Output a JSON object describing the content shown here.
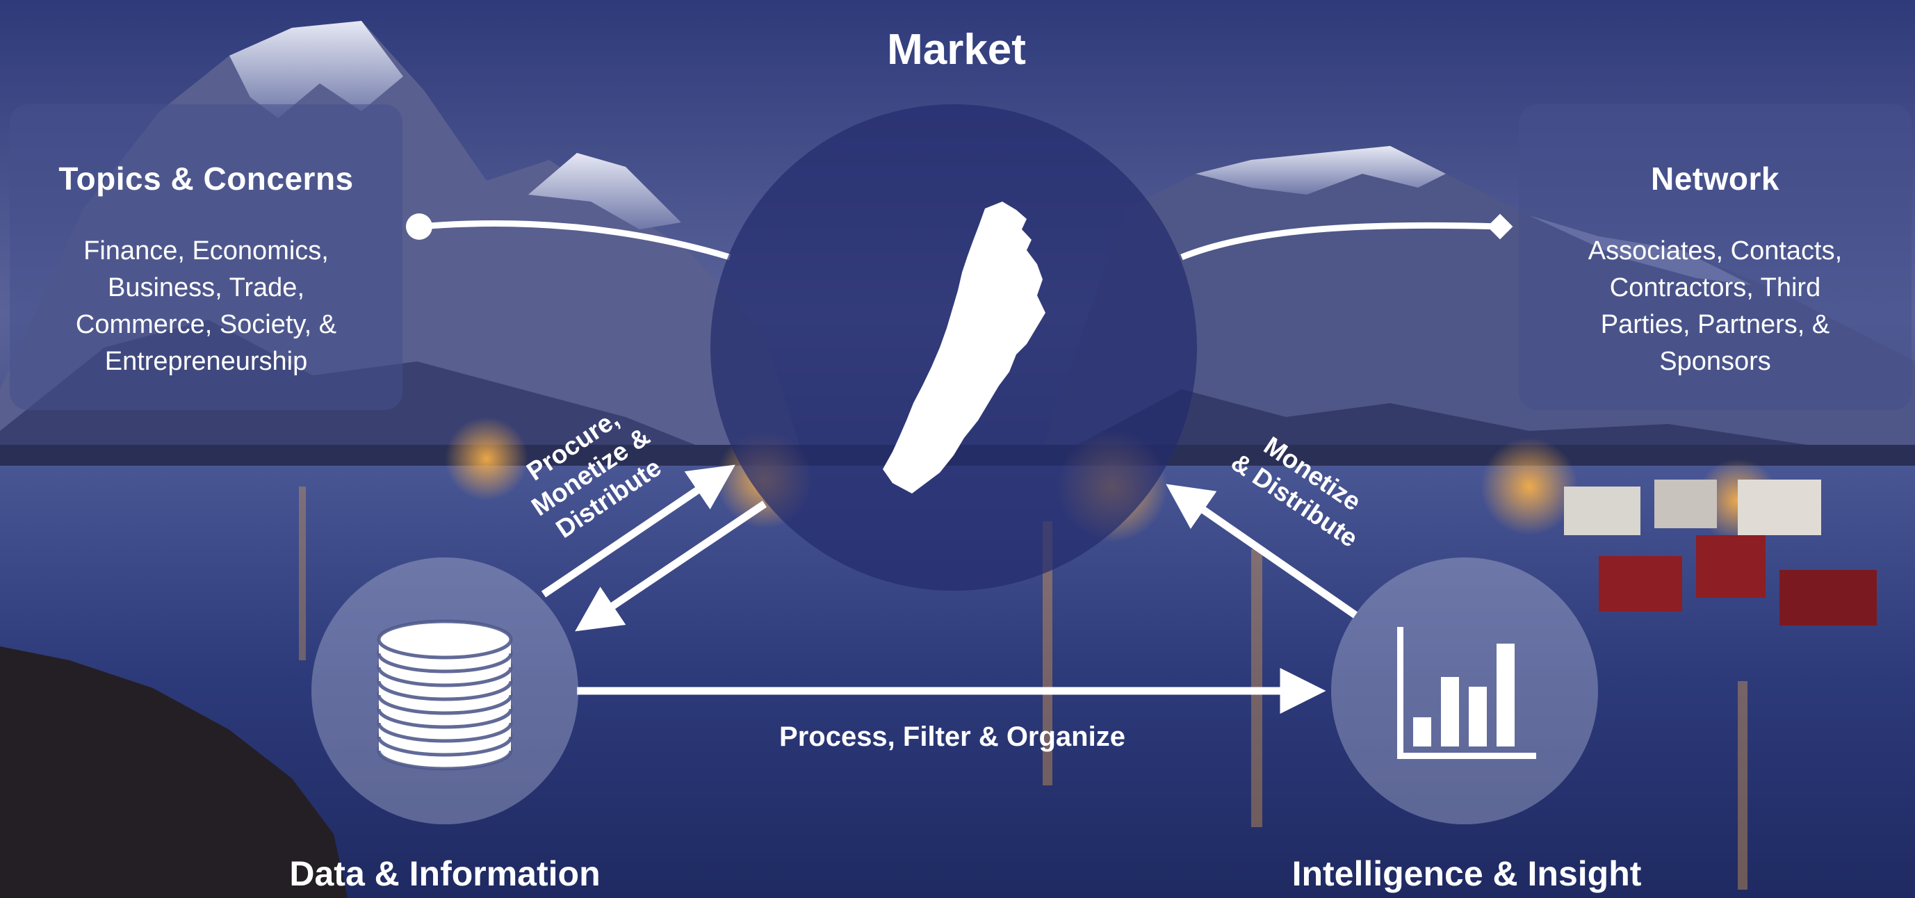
{
  "title": "Market",
  "topics": {
    "title": "Topics & Concerns",
    "lines": [
      "Finance, Economics,",
      "Business, Trade,",
      "Commerce, Society, &",
      "Entrepreneurship"
    ]
  },
  "network": {
    "title": "Network",
    "lines": [
      "Associates, Contacts,",
      "Contractors, Third",
      "Parties, Partners, &",
      "Sponsors"
    ]
  },
  "data_node": {
    "label": "Data & Information",
    "icon": "database-icon"
  },
  "insight_node": {
    "label": "Intelligence & Insight",
    "icon": "bar-chart-icon"
  },
  "market_node": {
    "icon": "lebanon-map-icon"
  },
  "edges": {
    "procure": [
      "Procure,",
      "Monetize &",
      "Distribute"
    ],
    "monetize": [
      "Monetize",
      "& Distribute"
    ],
    "process": "Process, Filter & Organize"
  },
  "colors": {
    "sky_top": "#3d4a8c",
    "sky_mid": "#6b74a8",
    "water": "#2b3a78",
    "market_circle": "#2c3578",
    "box": "#46508c",
    "foreground": "#ffffff"
  }
}
